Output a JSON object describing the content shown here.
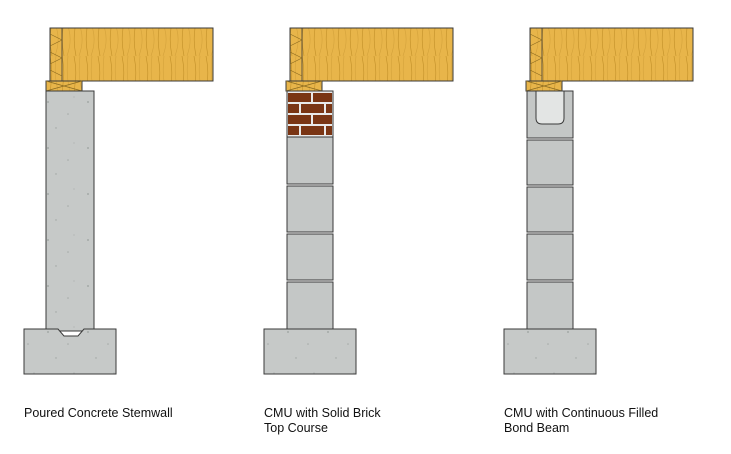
{
  "details": [
    {
      "id": "poured-concrete",
      "caption": [
        "Poured Concrete Stemwall"
      ]
    },
    {
      "id": "cmu-brick",
      "caption": [
        "CMU with Solid Brick",
        "Top Course"
      ]
    },
    {
      "id": "cmu-bond-beam",
      "caption": [
        "CMU with Continuous Filled",
        "Bond Beam"
      ]
    }
  ],
  "colors": {
    "lumber": "#e8b54a",
    "lumber_grain": "#c7952c",
    "concrete": "#c6c9c8",
    "cmu": "#c4c7c6",
    "brick": "#7a3514",
    "grout_fill": "#e3e5e4",
    "outline": "#3a3a3a"
  }
}
